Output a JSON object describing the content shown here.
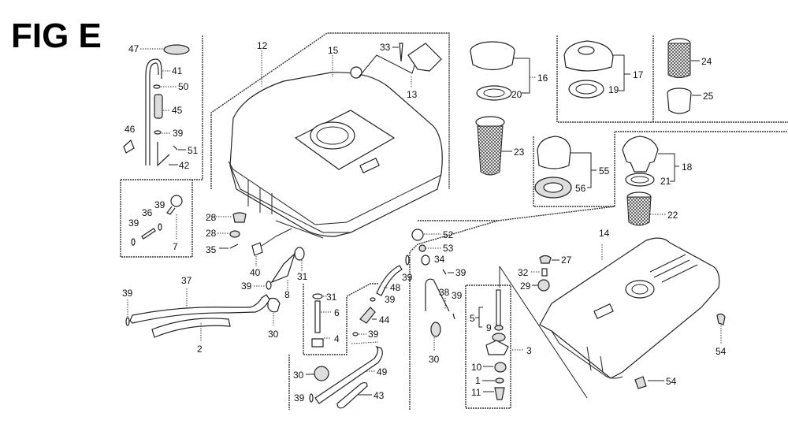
{
  "figure": {
    "title": "FIG E",
    "type": "exploded parts diagram",
    "subject": "fuel tank assembly"
  },
  "parts": [
    {
      "ref": "1"
    },
    {
      "ref": "2"
    },
    {
      "ref": "3"
    },
    {
      "ref": "4"
    },
    {
      "ref": "5"
    },
    {
      "ref": "6"
    },
    {
      "ref": "7"
    },
    {
      "ref": "8"
    },
    {
      "ref": "9"
    },
    {
      "ref": "10"
    },
    {
      "ref": "11"
    },
    {
      "ref": "12"
    },
    {
      "ref": "13"
    },
    {
      "ref": "14"
    },
    {
      "ref": "15"
    },
    {
      "ref": "16"
    },
    {
      "ref": "17"
    },
    {
      "ref": "18"
    },
    {
      "ref": "19"
    },
    {
      "ref": "20"
    },
    {
      "ref": "21"
    },
    {
      "ref": "22"
    },
    {
      "ref": "23"
    },
    {
      "ref": "24"
    },
    {
      "ref": "25"
    },
    {
      "ref": "27"
    },
    {
      "ref": "28"
    },
    {
      "ref": "29"
    },
    {
      "ref": "30"
    },
    {
      "ref": "31"
    },
    {
      "ref": "32"
    },
    {
      "ref": "33"
    },
    {
      "ref": "34"
    },
    {
      "ref": "35"
    },
    {
      "ref": "36"
    },
    {
      "ref": "37"
    },
    {
      "ref": "38"
    },
    {
      "ref": "39"
    },
    {
      "ref": "40"
    },
    {
      "ref": "41"
    },
    {
      "ref": "42"
    },
    {
      "ref": "43"
    },
    {
      "ref": "44"
    },
    {
      "ref": "45"
    },
    {
      "ref": "46"
    },
    {
      "ref": "47"
    },
    {
      "ref": "48"
    },
    {
      "ref": "49"
    },
    {
      "ref": "50"
    },
    {
      "ref": "51"
    },
    {
      "ref": "52"
    },
    {
      "ref": "53"
    },
    {
      "ref": "54"
    },
    {
      "ref": "55"
    },
    {
      "ref": "56"
    }
  ],
  "labels": {
    "l47": "47",
    "l41": "41",
    "l50": "50",
    "l45": "45",
    "l46": "46",
    "l39a": "39",
    "l51": "51",
    "l42": "42",
    "l12": "12",
    "l15": "15",
    "l33": "33",
    "l13": "13",
    "l16": "16",
    "l20": "20",
    "l23": "23",
    "l17": "17",
    "l19": "19",
    "l24": "24",
    "l25": "25",
    "l55": "55",
    "l56": "56",
    "l18": "18",
    "l21": "21",
    "l22": "22",
    "l39b": "39",
    "l36": "36",
    "l39c": "39",
    "l7": "7",
    "l28a": "28",
    "l28b": "28",
    "l35": "35",
    "l40": "40",
    "l31a": "31",
    "l39d": "39",
    "l8": "8",
    "l30a": "30",
    "l37": "37",
    "l39e": "39",
    "l2": "2",
    "l31b": "31",
    "l6": "6",
    "l4": "4",
    "l39f": "39",
    "l48": "48",
    "l39g": "39",
    "l44": "44",
    "l39h": "39",
    "l49": "49",
    "l30b": "30",
    "l39i": "39",
    "l43": "43",
    "l52": "52",
    "l53": "53",
    "l34": "34",
    "l39j": "39",
    "l38": "38",
    "l39k": "39",
    "l30c": "30",
    "l5": "5",
    "l9": "9",
    "l3": "3",
    "l10": "10",
    "l1": "1",
    "l11": "11",
    "l27": "27",
    "l32": "32",
    "l29": "29",
    "l14": "14",
    "l54a": "54",
    "l54b": "54"
  }
}
